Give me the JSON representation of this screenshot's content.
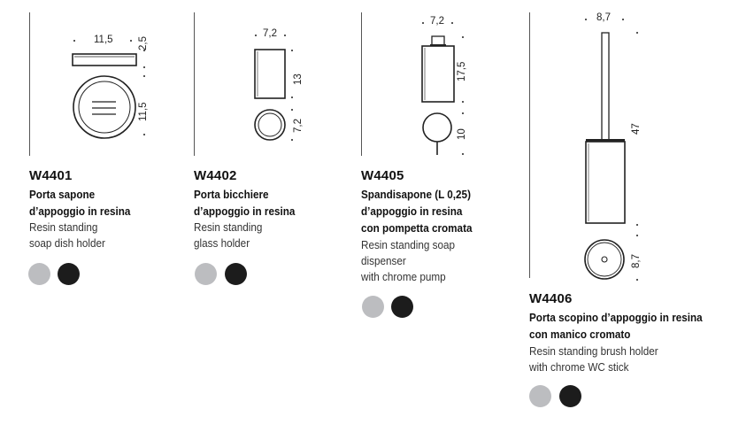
{
  "products": [
    {
      "code": "W4401",
      "title_lines": [
        "Porta sapone",
        "d’appoggio in resina"
      ],
      "desc_lines": [
        "Resin standing",
        "soap dish holder"
      ],
      "dims": {
        "width": "11,5",
        "height_top": "2,5",
        "height_bottom": "11,5"
      }
    },
    {
      "code": "W4402",
      "title_lines": [
        "Porta bicchiere",
        "d’appoggio in resina"
      ],
      "desc_lines": [
        "Resin standing",
        "glass holder"
      ],
      "dims": {
        "width": "7,2",
        "height_top": "13",
        "height_bottom": "7,2"
      }
    },
    {
      "code": "W4405",
      "title_lines": [
        "Spandisapone (L 0,25)",
        "d’appoggio in resina",
        "con pompetta cromata"
      ],
      "desc_lines": [
        "Resin standing soap",
        "dispenser",
        "with chrome pump"
      ],
      "dims": {
        "width": "7,2",
        "height_top": "17,5",
        "height_bottom": "10"
      }
    },
    {
      "code": "W4406",
      "title_lines": [
        "Porta scopino d’appoggio in resina",
        "con manico cromato"
      ],
      "desc_lines": [
        "Resin standing brush holder",
        "with chrome WC stick"
      ],
      "dims": {
        "width": "8,7",
        "height_top": "47",
        "height_bottom": "8,7"
      }
    }
  ],
  "colors": {
    "swatch_grey": "#bcbdc0",
    "swatch_black": "#1c1c1c"
  }
}
